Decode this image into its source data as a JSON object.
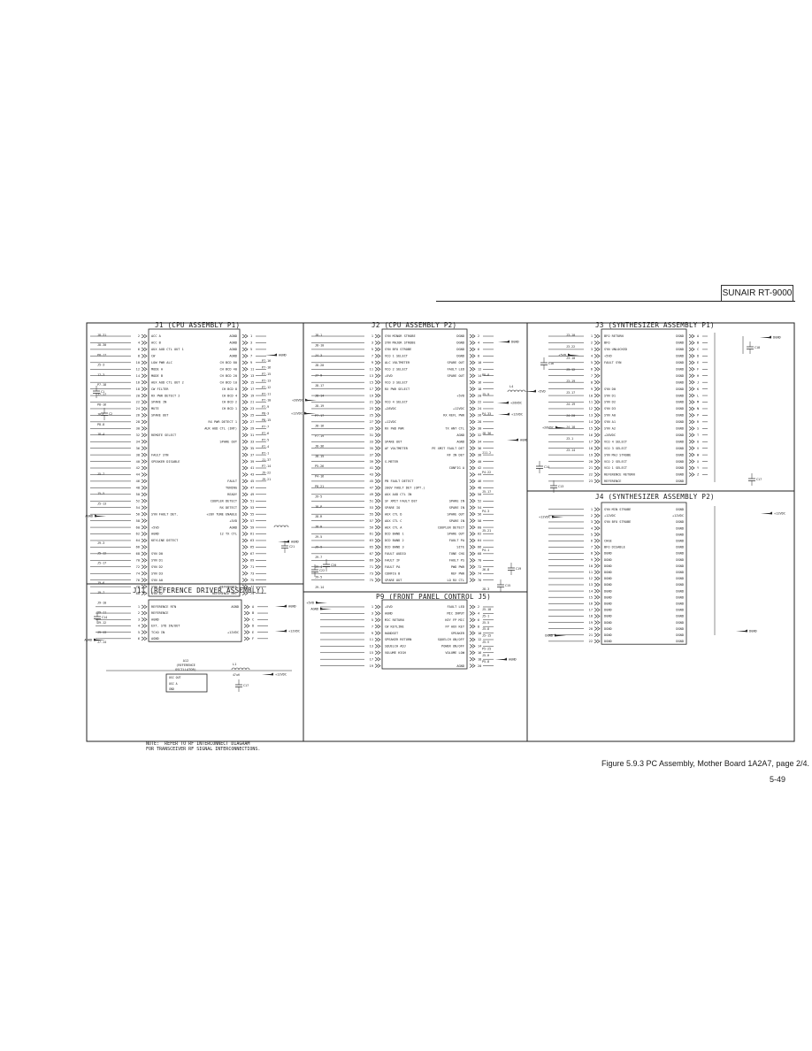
{
  "brand": "SUNAIR  RT-9000",
  "caption": "Figure 5.9.3  PC Assembly, Mother Board 1A2A7, page 2/4.",
  "page_number": "5-49",
  "note": "NOTE:  REFER TO RF INTERCONNECT DIAGRAM\nFOR TRANSCEIVER RF SIGNAL INTERCONNECTIONS.",
  "blocks": {
    "j1": {
      "title": "J1  (CPU ASSEMBLY P1)",
      "left": [
        "ACC A",
        "ACC B",
        "AUX AUD CTL OUT 1",
        "CW",
        "LOW PWR ALC",
        "MODE A",
        "MODE B",
        "AUX AUD CTL OUT 2",
        "CW FILTER",
        "RX PWR DETECT 2",
        "SPARE IN",
        "MUTE",
        "SPARE OUT",
        "",
        "",
        "REMOTE SELECT",
        "",
        "",
        "FAULT SYN",
        "SPEAKER DISABLE",
        "",
        "",
        "",
        "",
        "",
        "",
        "",
        "SYN FAULT DET.",
        "",
        "+5VD",
        "AGND",
        "KEYLINE DETECT",
        "",
        "SYN D0",
        "SYN D1",
        "SYN D2",
        "SYN D3",
        "SYN A0",
        "SYN A1",
        "SYN A2"
      ],
      "right": [
        "AGND",
        "AGND",
        "AGND",
        "AGND",
        "CH BCD 80",
        "CH BCD 40",
        "CH BCD 20",
        "CH BCD 10",
        "CH BCD 8",
        "CH BCD 4",
        "CH BCD 2",
        "CH BCD 1",
        "",
        "RX PWR DETECT 1",
        "AUX AUD CTL (INT)",
        "",
        "SPARE OUT",
        "",
        "",
        "",
        "",
        "",
        "FAULT",
        "TUNING",
        "READY",
        "COUPLER DETECT",
        "RX DETECT",
        "+28V TUNE ENABLE",
        "+5VD",
        "AGND",
        "12 TX CTL",
        "",
        "",
        "",
        "",
        "",
        "",
        "",
        "REFERENCE",
        "REFERENCE RMT"
      ]
    },
    "j2": {
      "title": "J2  (CPU ASSEMBLY P2)",
      "left": [
        "SYN MINOR STROBE",
        "SYN MAJOR STROBE",
        "SYN BFO STROBE",
        "VCO 1 SELECT",
        "ALC VOLTMETER",
        "VCO 2 SELECT",
        "+5VD",
        "VCO 3 SELECT",
        "RX PWR SELECT",
        "",
        "VCO 4 SELECT",
        "+28VDC",
        "",
        "+12VDC",
        "RX FWD PWR",
        "",
        "SPARE OUT",
        "AF VOLTMETER",
        "",
        "S-METER",
        "",
        "",
        "PB FAULT DETECT",
        "200V FAULT DET (OPT.)",
        "AUX AUD CTL IN",
        "SF XMIT FAULT DET",
        "SPARE IO",
        "AUX CTL D",
        "AUX CTL C",
        "AUX CTL A",
        "DCD BAND 1",
        "DCD BAND 2",
        "DCD BAND 3",
        "FAULT AUDIO",
        "FAULT IF",
        "FAULT PA",
        "CONFIG B",
        "SPARE OUT"
      ],
      "right": [
        "DGND",
        "DGND",
        "DGND",
        "DGND",
        "SPARE OUT",
        "FAULT LED",
        "SPARE OUT",
        "",
        "",
        "+5VD",
        "",
        "+12VDC",
        "RX REFL PWR",
        "",
        "TX ANT CTL",
        "AGND",
        "AGND",
        "PE XMIT FAULT DET",
        "RF IN DET",
        "",
        "CONFIG A",
        "",
        "",
        "",
        "",
        "SPARE IN",
        "SPARE IN",
        "SPARE OUT",
        "SPARE IN",
        "COUPLER DETECT",
        "SPARE OUT",
        "FAULT PA",
        "SITE",
        "TUNE CHG",
        "FAULT PS",
        "PWD PWR",
        "REF PWR",
        "LO RX CTL"
      ]
    },
    "j3": {
      "title": "J3  (SYNTHESIZER ASSEMBLY P1)",
      "left": [
        "BFO RETURN",
        "BFO",
        "SYN UNLOCKED",
        "+5VD",
        "FAULT SYN",
        "",
        "",
        "",
        "SYN D0",
        "SYN D1",
        "SYN D2",
        "SYN D3",
        "SYN A0",
        "SYN A1",
        "SYN A2",
        "+28VDC",
        "VCO 4 SELECT",
        "VCO 3 SELECT",
        "SYN MAJ STROBE",
        "VCO 2 SELECT",
        "VCO 1 SELECT",
        "REFERENCE RETURN",
        "REFERENCE"
      ],
      "right": [
        "DGND",
        "DGND",
        "DGND",
        "DGND",
        "DGND",
        "DGND",
        "DGND",
        "DGND",
        "DGND",
        "DGND",
        "DGND",
        "DGND",
        "DGND",
        "DGND",
        "DGND",
        "DGND",
        "DGND",
        "DGND",
        "DGND",
        "DGND",
        "DGND",
        "DGND",
        "DGND"
      ],
      "pins": [
        "A",
        "B",
        "C",
        "D",
        "E",
        "F",
        "H",
        "J",
        "K",
        "L",
        "M",
        "N",
        "P",
        "R",
        "S",
        "T",
        "U",
        "V",
        "W",
        "X",
        "Y",
        "Z"
      ]
    },
    "j4": {
      "title": "J4  (SYNTHESIZER ASSEMBLY P2)",
      "left": [
        "SYN MIN STROBE",
        "+12VDC",
        "SYN BFO STROBE",
        "",
        "",
        "CHGE",
        "BFO DISABLE",
        "DGND",
        "DGND",
        "DGND",
        "DGND",
        "DGND",
        "DGND",
        "DGND",
        "DGND",
        "DGND",
        "DGND",
        "DGND",
        "DGND",
        "DGND",
        "DGND",
        "DGND"
      ],
      "right": [
        "DGND",
        "+12VDC",
        "DGND",
        "DGND",
        "DGND",
        "DGND",
        "DGND",
        "DGND",
        "DGND",
        "DGND",
        "DGND",
        "DGND",
        "DGND",
        "DGND",
        "DGND",
        "DGND",
        "DGND",
        "DGND",
        "DGND",
        "DGND",
        "DGND",
        "DGND"
      ]
    },
    "j11": {
      "title": "J11 (REFERENCE DRIVER ASSEMBLY)",
      "left": [
        "REFERENCE RTN",
        "REFERENCE",
        "AGND",
        "EXT. STD IN/OUT",
        "TCXO IN",
        "AGND"
      ],
      "right": [
        "AGND",
        "",
        "",
        "",
        "+12VDC",
        ""
      ],
      "pins": [
        "A",
        "B",
        "C",
        "D",
        "E",
        "F"
      ],
      "osc": [
        "A12",
        "(REFERENCE",
        "OSCILLATOR)"
      ]
    },
    "p9": {
      "title": "P9  (FRONT PANEL CONTROL J5)",
      "left": [
        "+5VD",
        "AGND",
        "MIC RETURN",
        "CW KEYLINE",
        "HANDSET",
        "SPEAKER RETURN",
        "SQUELCH ADJ",
        "VOLUME HIGH"
      ],
      "right": [
        "FAULT LED",
        "MIC INPUT",
        "KEY FP MIC",
        "FP AUX KEY",
        "SPEAKER",
        "SQUELCH ON/OFF",
        "POWER ON/OFF",
        "VOLUME LOW",
        "",
        "AGND"
      ]
    }
  },
  "refs": {
    "j1_left": [
      "J8-31",
      "J8-30",
      "P8-17",
      "J5-3",
      "J7-3",
      "P7-18",
      "J7-17",
      "P8-16",
      "J8-C",
      "P8-8",
      "J8-4",
      "",
      "",
      "",
      "J5-7",
      "",
      "J5-5",
      "J5-13",
      "",
      "",
      "",
      "J9-3",
      "J5-12",
      "J5-17",
      "",
      "J9-6",
      "J9-7",
      "J9-10",
      "J9-11",
      "J9-12",
      "J9-13",
      "J7-14"
    ],
    "j1_right": [
      "P7-16",
      "P7-16",
      "P7-15",
      "P7-13",
      "P7-12",
      "P7-11",
      "P7-10",
      "P7-9",
      "P8-3",
      "P8-15",
      "P7-7",
      "P7-6",
      "P7-5",
      "P7-4",
      "P7-1",
      "J1-37",
      "P7-14",
      "J9-22",
      "J9-21"
    ],
    "j2_left": [
      "J8-1",
      "J8-10",
      "J4-3",
      "J8-20",
      "J7-9",
      "J8-17",
      "J8-14",
      "J8-19",
      "P7-17",
      "J8-16",
      "P7-19",
      "J8-36",
      "J8-15",
      "P5-26",
      "P4-16",
      "P8-21",
      "J9-5",
      "J8-P",
      "J8-R",
      "J8-H",
      "J9-5",
      "J9-9",
      "J9-7",
      "J9-4",
      "J9-5",
      "J9-14"
    ],
    "j2_right": [
      "P8-8",
      "J5-9",
      "P4-33",
      "J8-36",
      "J11-2",
      "P4-22",
      "J5-17",
      "P4-3",
      "J5-21",
      "P4-1",
      "J6-8",
      "J8-3"
    ],
    "p9_right": [
      "J5-18",
      "J5-1",
      "J5-5",
      "J5-8",
      "J5-15",
      "J5-V",
      "P5-25",
      "J5-H",
      "P5-8"
    ],
    "j3_right": [
      "J3-10",
      "J3-22",
      "J3-10",
      "J3-12",
      "J3-19",
      "J3-17",
      "J4-19",
      "J4-20",
      "J4-18",
      "J3-1",
      "J3-14"
    ]
  },
  "parts": {
    "c14": "C14",
    "c13": "C13",
    "c15": "C15",
    "c16": "C16",
    "l4": "L4",
    "l1": "L1",
    "rt": "47uH",
    "c21": "C21",
    "c20": "C20",
    "c17": "C17",
    "c18": "C18",
    "c19": "C19",
    "c22": "C22",
    "c1": "C1",
    "c2": "C2"
  },
  "nets": {
    "agnd": "AGND",
    "dgnd": "DGND",
    "p12": "+12VDC",
    "p5": "+5VD",
    "p28": "+28VDC",
    "osc_out": "OSC OUT",
    "osc_a": "OSC A",
    "gnd": "GND",
    "tcxo": "TCXO"
  }
}
